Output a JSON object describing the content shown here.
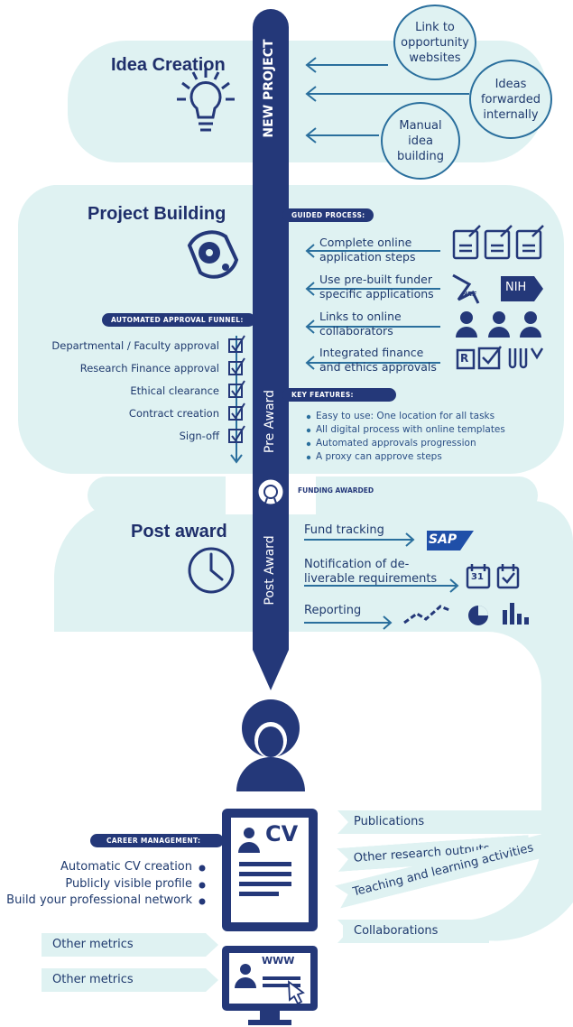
{
  "idea": {
    "title": "Idea Creation",
    "bubbles": [
      "Link to\nopportunity\nwebsites",
      "Ideas\nforwarded\ninternally",
      "Manual\nidea\nbuilding"
    ]
  },
  "spine": {
    "new_project": "NEW PROJECT",
    "pre_award": "Pre Award",
    "post_award": "Post Award"
  },
  "project": {
    "title": "Project Building",
    "guided_label": "GUIDED PROCESS:",
    "steps": [
      {
        "l1": "Complete online",
        "l2": "application steps"
      },
      {
        "l1": "Use pre-built funder",
        "l2": "specific applications"
      },
      {
        "l1": "Links to online",
        "l2": "collaborators"
      },
      {
        "l1": "Integrated finance",
        "l2": "and ethics approvals"
      }
    ],
    "nrf": "NRF",
    "nih": "NIH",
    "approval_r": "R",
    "funnel_label": "AUTOMATED APPROVAL FUNNEL:",
    "funnel": [
      "Departmental / Faculty approval",
      "Research Finance approval",
      "Ethical clearance",
      "Contract creation",
      "Sign-off"
    ],
    "key_label": "KEY FEATURES:",
    "features": [
      "Easy to use: One location for all tasks",
      "All digital process with online templates",
      "Automated approvals progression",
      "A proxy can approve steps"
    ]
  },
  "funding": "FUNDING AWARDED",
  "post": {
    "title": "Post award",
    "items": [
      {
        "l1": "Fund tracking",
        "l2": ""
      },
      {
        "l1": "Notification of de-",
        "l2": "liverable requirements"
      },
      {
        "l1": "Reporting",
        "l2": ""
      }
    ],
    "sap": "SAP",
    "cal": "31"
  },
  "career": {
    "label": "CAREER MANAGEMENT:",
    "items": [
      "Automatic CV creation",
      "Publicly visible profile",
      "Build your professional network"
    ],
    "cv": "CV",
    "www": "WWW",
    "inputs": [
      "Publications",
      "Other research outputs",
      "Teaching and learning activities",
      "Collaborations"
    ],
    "metrics": [
      "Other metrics",
      "Other metrics"
    ]
  }
}
